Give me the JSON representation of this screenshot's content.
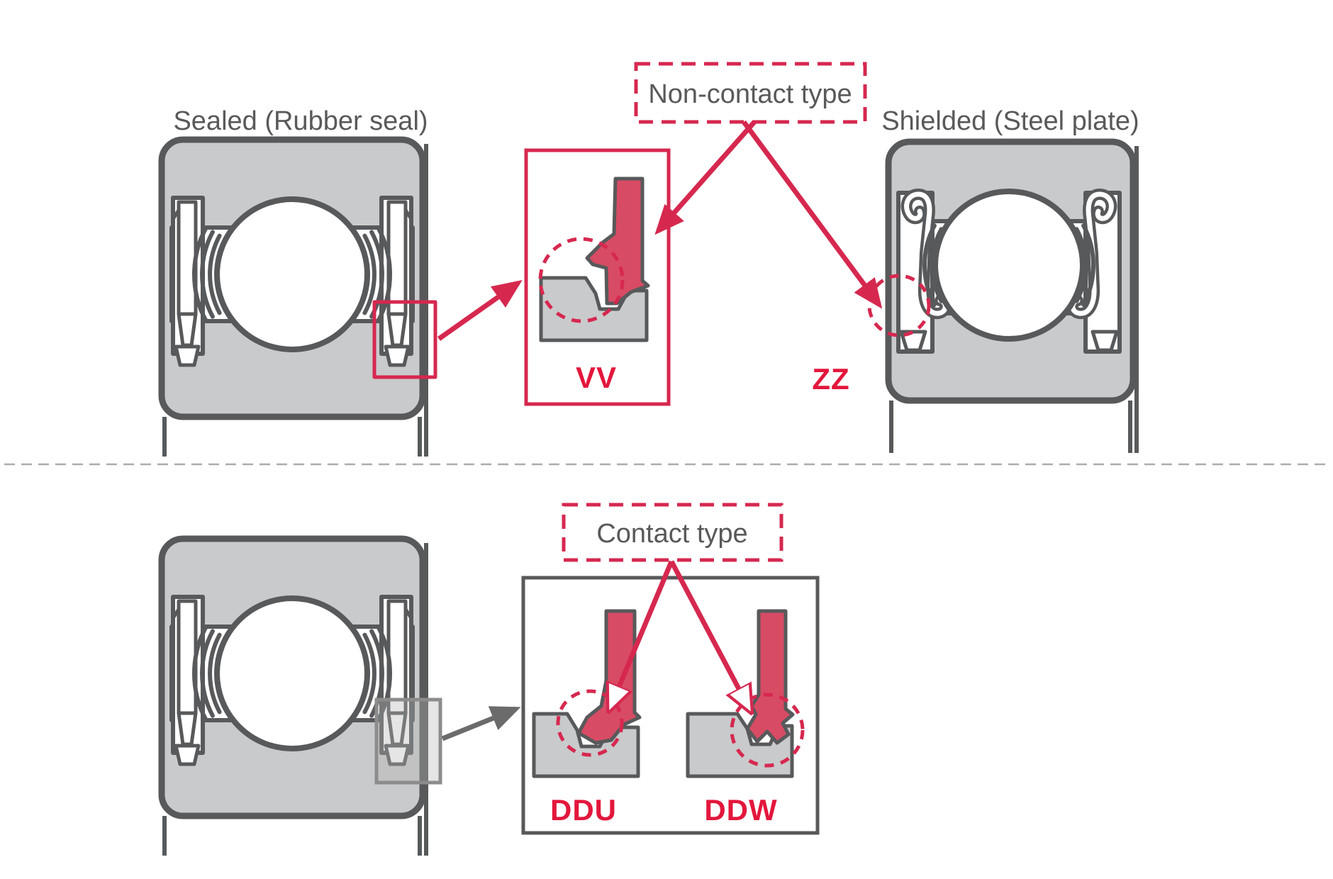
{
  "diagram": {
    "title_labels": {
      "sealed": "Sealed (Rubber seal)",
      "shielded": "Shielded (Steel plate)"
    },
    "callouts": {
      "non_contact": "Non-contact type",
      "contact": "Contact type"
    },
    "seal_codes": {
      "vv": "VV",
      "zz": "ZZ",
      "ddu": "DDU",
      "ddw": "DDW"
    },
    "colors": {
      "accent_red": "#d6284f",
      "code_red": "#e3173c",
      "seal_fill": "#d84b64",
      "bearing_gray": "#c9cacb",
      "outline_gray": "#58595b",
      "text_gray": "#595959",
      "divider_gray": "#acacac",
      "arrow_gray": "#6b6b6b",
      "highlight_gray": "#8c8c8c"
    }
  }
}
